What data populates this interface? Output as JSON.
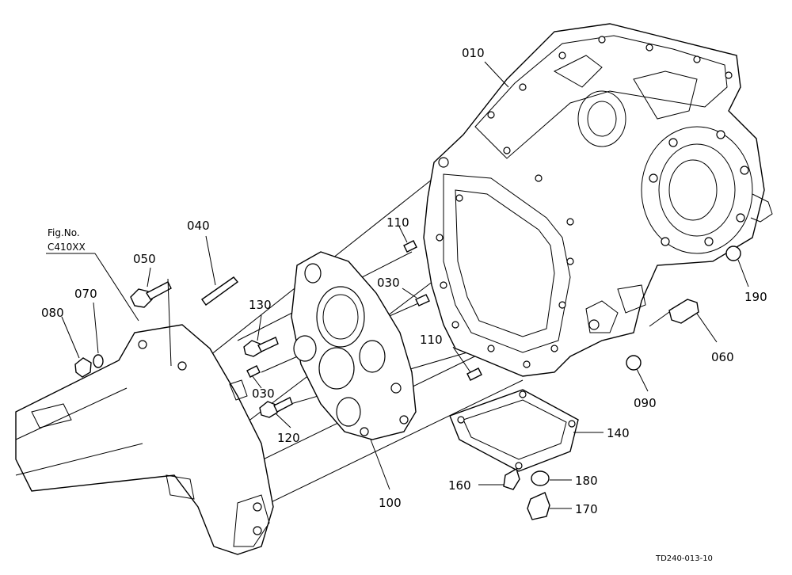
{
  "figure": {
    "fig_label": "Fig.No.",
    "fig_number": "C410XX",
    "drawing_code": "TD240-013-10"
  },
  "callouts": {
    "c010": "010",
    "c030a": "030",
    "c030b": "030",
    "c040": "040",
    "c050": "050",
    "c060": "060",
    "c070": "070",
    "c080": "080",
    "c090": "090",
    "c100": "100",
    "c110a": "110",
    "c110b": "110",
    "c120": "120",
    "c130": "130",
    "c140": "140",
    "c160": "160",
    "c170": "170",
    "c180": "180",
    "c190": "190"
  }
}
